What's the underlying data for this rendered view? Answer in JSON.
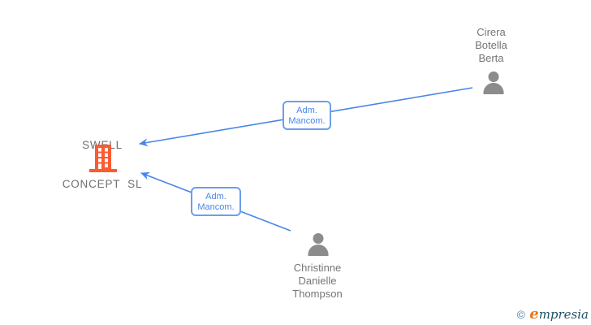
{
  "company": {
    "name_lines": [
      "SWELL",
      "CONCEPT  SL"
    ],
    "icon": "building-icon",
    "icon_color": "#FC5A30"
  },
  "persons": [
    {
      "id": "cirera",
      "name_lines": [
        "Cirera",
        "Botella",
        "Berta"
      ],
      "icon": "person-icon",
      "icon_color": "#8C8C8C"
    },
    {
      "id": "christinne",
      "name_lines": [
        "Christinne",
        "Danielle",
        "Thompson"
      ],
      "icon": "person-icon",
      "icon_color": "#8C8C8C"
    }
  ],
  "relationships": [
    {
      "from": "Cirera Botella Berta",
      "to": "SWELL CONCEPT SL",
      "label_lines": [
        "Adm.",
        "Mancom."
      ]
    },
    {
      "from": "Christinne Danielle Thompson",
      "to": "SWELL CONCEPT SL",
      "label_lines": [
        "Adm.",
        "Mancom."
      ]
    }
  ],
  "colors": {
    "arrow_blue": "#4A86E8",
    "box_border_blue": "#6D9EEB",
    "label_gray": "#757575",
    "icon_gray": "#8C8C8C",
    "building_orange": "#FC5A30"
  },
  "logo": {
    "copyright_symbol": "©",
    "brand_initial": "e",
    "brand_rest": "mpresia"
  }
}
